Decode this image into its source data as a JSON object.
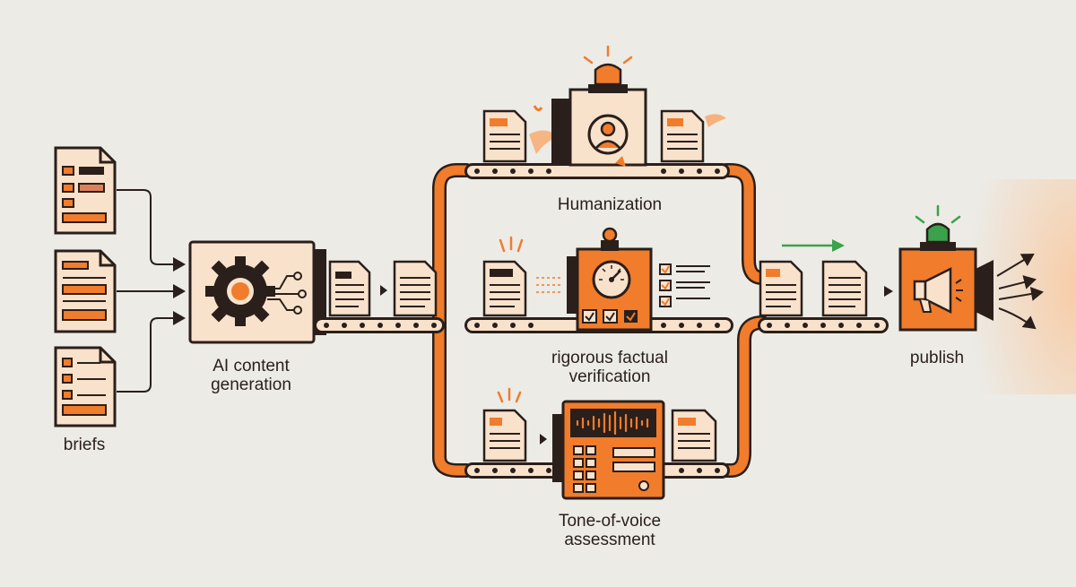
{
  "diagram": {
    "colors": {
      "background": "#ecebe6",
      "accent": "#f07c2c",
      "accent_light": "#f9a76a",
      "paper": "#f9e2cc",
      "ink": "#2a1f1a",
      "status_green": "#3aa24a"
    },
    "stages": {
      "briefs": {
        "label": "briefs",
        "icon": "document-stack-icon"
      },
      "generation": {
        "label_line1": "AI content",
        "label_line2": "generation",
        "icon": "gear-network-icon"
      },
      "humanization": {
        "label": "Humanization",
        "icon": "person-icon"
      },
      "verification": {
        "label_line1": "rigorous factual",
        "label_line2": "verification",
        "icon": "gauge-icon"
      },
      "tone": {
        "label_line1": "Tone-of-voice",
        "label_line2": "assessment",
        "icon": "waveform-icon"
      },
      "publish": {
        "label": "publish",
        "icon": "megaphone-icon"
      }
    }
  }
}
